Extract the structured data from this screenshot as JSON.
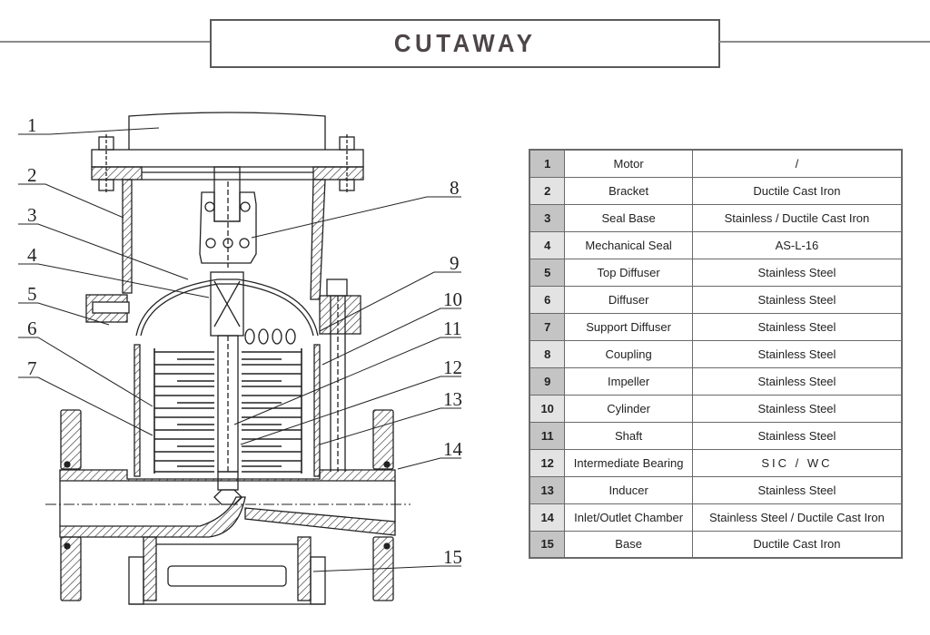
{
  "header": {
    "title": "CUTAWAY"
  },
  "drawing": {
    "description": "Vertical multistage centrifugal pump cutaway section drawing",
    "callouts": [
      "1",
      "2",
      "3",
      "4",
      "5",
      "6",
      "7",
      "8",
      "9",
      "10",
      "11",
      "12",
      "13",
      "14",
      "15"
    ]
  },
  "colors": {
    "title_text": "#4d4548",
    "frame_border": "#5a5a5a",
    "index_cell_odd": "#c4c4c4",
    "index_cell_even": "#e3e3e3",
    "table_border": "#6a6a6a"
  },
  "parts_table": {
    "rows": [
      {
        "no": "1",
        "name": "Motor",
        "material": "/"
      },
      {
        "no": "2",
        "name": "Bracket",
        "material": "Ductile Cast Iron"
      },
      {
        "no": "3",
        "name": "Seal Base",
        "material": "Stainless / Ductile Cast Iron"
      },
      {
        "no": "4",
        "name": "Mechanical Seal",
        "material": "AS-L-16"
      },
      {
        "no": "5",
        "name": "Top Diffuser",
        "material": "Stainless Steel"
      },
      {
        "no": "6",
        "name": "Diffuser",
        "material": "Stainless Steel"
      },
      {
        "no": "7",
        "name": "Support Diffuser",
        "material": "Stainless Steel"
      },
      {
        "no": "8",
        "name": "Coupling",
        "material": "Stainless Steel"
      },
      {
        "no": "9",
        "name": "Impeller",
        "material": "Stainless Steel"
      },
      {
        "no": "10",
        "name": "Cylinder",
        "material": "Stainless Steel"
      },
      {
        "no": "11",
        "name": "Shaft",
        "material": "Stainless Steel"
      },
      {
        "no": "12",
        "name": "Intermediate Bearing",
        "material": "SIC / WC"
      },
      {
        "no": "13",
        "name": "Inducer",
        "material": "Stainless Steel"
      },
      {
        "no": "14",
        "name": "Inlet/Outlet Chamber",
        "material": "Stainless Steel / Ductile Cast Iron"
      },
      {
        "no": "15",
        "name": "Base",
        "material": "Ductile Cast Iron"
      }
    ]
  }
}
